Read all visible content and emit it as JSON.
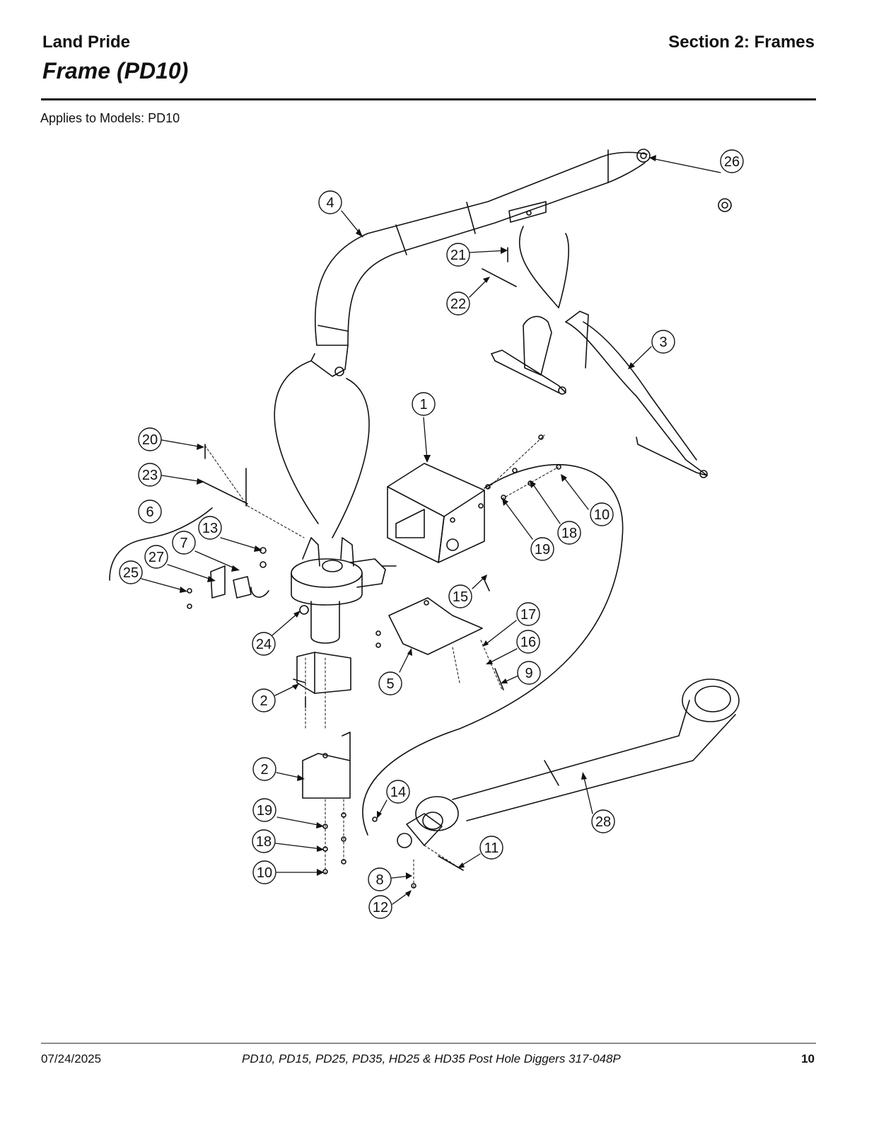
{
  "header": {
    "brand": "Land Pride",
    "section": "Section 2: Frames",
    "title": "Frame (PD10)"
  },
  "applies_to": "Applies to Models: PD10",
  "callouts": [
    "1",
    "2",
    "2",
    "3",
    "4",
    "5",
    "6",
    "7",
    "8",
    "9",
    "10",
    "10",
    "11",
    "12",
    "13",
    "14",
    "15",
    "16",
    "17",
    "18",
    "18",
    "19",
    "19",
    "20",
    "21",
    "22",
    "23",
    "24",
    "25",
    "26",
    "27",
    "28"
  ],
  "footer": {
    "date": "07/24/2025",
    "document": "PD10, PD15, PD25, PD35, HD25 & HD35  Post Hole Diggers  317-048P",
    "page": "10"
  }
}
